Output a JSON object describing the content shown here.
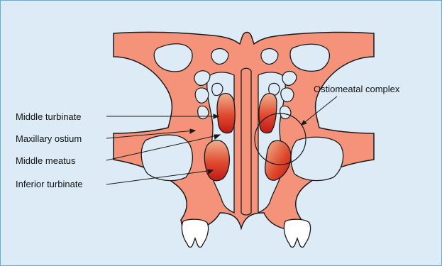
{
  "labels": {
    "middle_turbinate": "Middle turbinate",
    "maxillary_ostium": "Maxillary ostium",
    "middle_meatus": "Middle meatus",
    "inferior_turbinate": "Inferior turbinate",
    "ostiomeatal_complex": "Ostiomeatal complex"
  },
  "colors": {
    "background": "#dcebf6",
    "bone": "#f4937a",
    "cavity": "#dcebf6",
    "outline": "#1a1a1a",
    "turbinate_light": "#f0a080",
    "turbinate_dark": "#c81e1e",
    "tooth": "#ffffff"
  }
}
